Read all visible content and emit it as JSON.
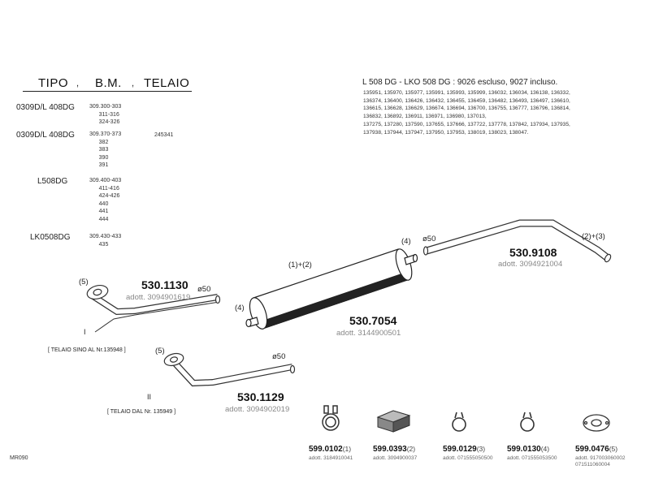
{
  "table": {
    "headers": {
      "tipo": "TIPO",
      "bm": "B.M.",
      "telaio": "TELAIO"
    },
    "separator": ",",
    "rows": [
      {
        "tipo": "0309D/L 408DG",
        "bm": "309.300-303\n      311-316\n      324-326",
        "telaio": ""
      },
      {
        "tipo": "0309D/L 408DG",
        "bm": "309.370-373\n      382\n      383\n      390\n      391",
        "telaio": "245341"
      },
      {
        "tipo": "L508DG",
        "bm": "309.400-403\n      411-416\n      424-426\n      440\n      441\n      444",
        "telaio": ""
      },
      {
        "tipo": "LK0508DG",
        "bm": "309.430-433\n      435",
        "telaio": ""
      }
    ]
  },
  "note": {
    "title": "L 508 DG - LKO 508 DG : 9026 escluso, 9027 incluso.",
    "numbers": "135951, 135970, 135977, 135991, 135993, 135999, 136032, 136034, 136138, 136332,\n136374, 136400, 136426, 136432, 136455, 136459, 136482, 136493, 136497, 136610,\n136615, 136628, 136629, 136674, 136694, 136700, 136755, 136777, 136796, 136814,\n136832, 136892, 136911, 136971, 136980, 137013,\n137275, 137280, 137590, 137655, 137666, 137722, 137778, 137842, 137934, 137935,\n137938, 137944, 137947, 137950, 137953, 138019, 138023, 138047."
  },
  "parts": {
    "front_pipe_1": {
      "code": "530.1130",
      "adott": "adott. 3094901619",
      "diameter": "ø50",
      "ref": "(5)"
    },
    "front_pipe_2": {
      "code": "530.1129",
      "adott": "adott. 3094902019",
      "diameter": "ø50",
      "ref": "(5)"
    },
    "silencer": {
      "code": "530.7054",
      "adott": "adott. 3144900501",
      "ref_top": "(1)+(2)",
      "ref_left": "(4)",
      "ref_right": "(4)"
    },
    "tail_pipe": {
      "code": "530.9108",
      "adott": "adott. 3094921004",
      "diameter": "ø50",
      "ref": "(2)+(3)"
    }
  },
  "telaio_notes": {
    "first": "[ TELAIO SINO AL Nr.135948 ]",
    "first_roman": "I",
    "second": "[ TELAIO DAL Nr. 135949 ]",
    "second_roman": "II"
  },
  "accessories": [
    {
      "code": "599.0102",
      "num": "(1)",
      "adott": "adott. 3184910041"
    },
    {
      "code": "599.0393",
      "num": "(2)",
      "adott": "adott. 3094900037"
    },
    {
      "code": "599.0129",
      "num": "(3)",
      "adott": "adott. 071555050500"
    },
    {
      "code": "599.0130",
      "num": "(4)",
      "adott": "adott. 071555053500"
    },
    {
      "code": "599.0476",
      "num": "(5)",
      "adott": "adott. 917003060002\n071511060004"
    }
  ],
  "footer": {
    "ref": "MR090"
  }
}
